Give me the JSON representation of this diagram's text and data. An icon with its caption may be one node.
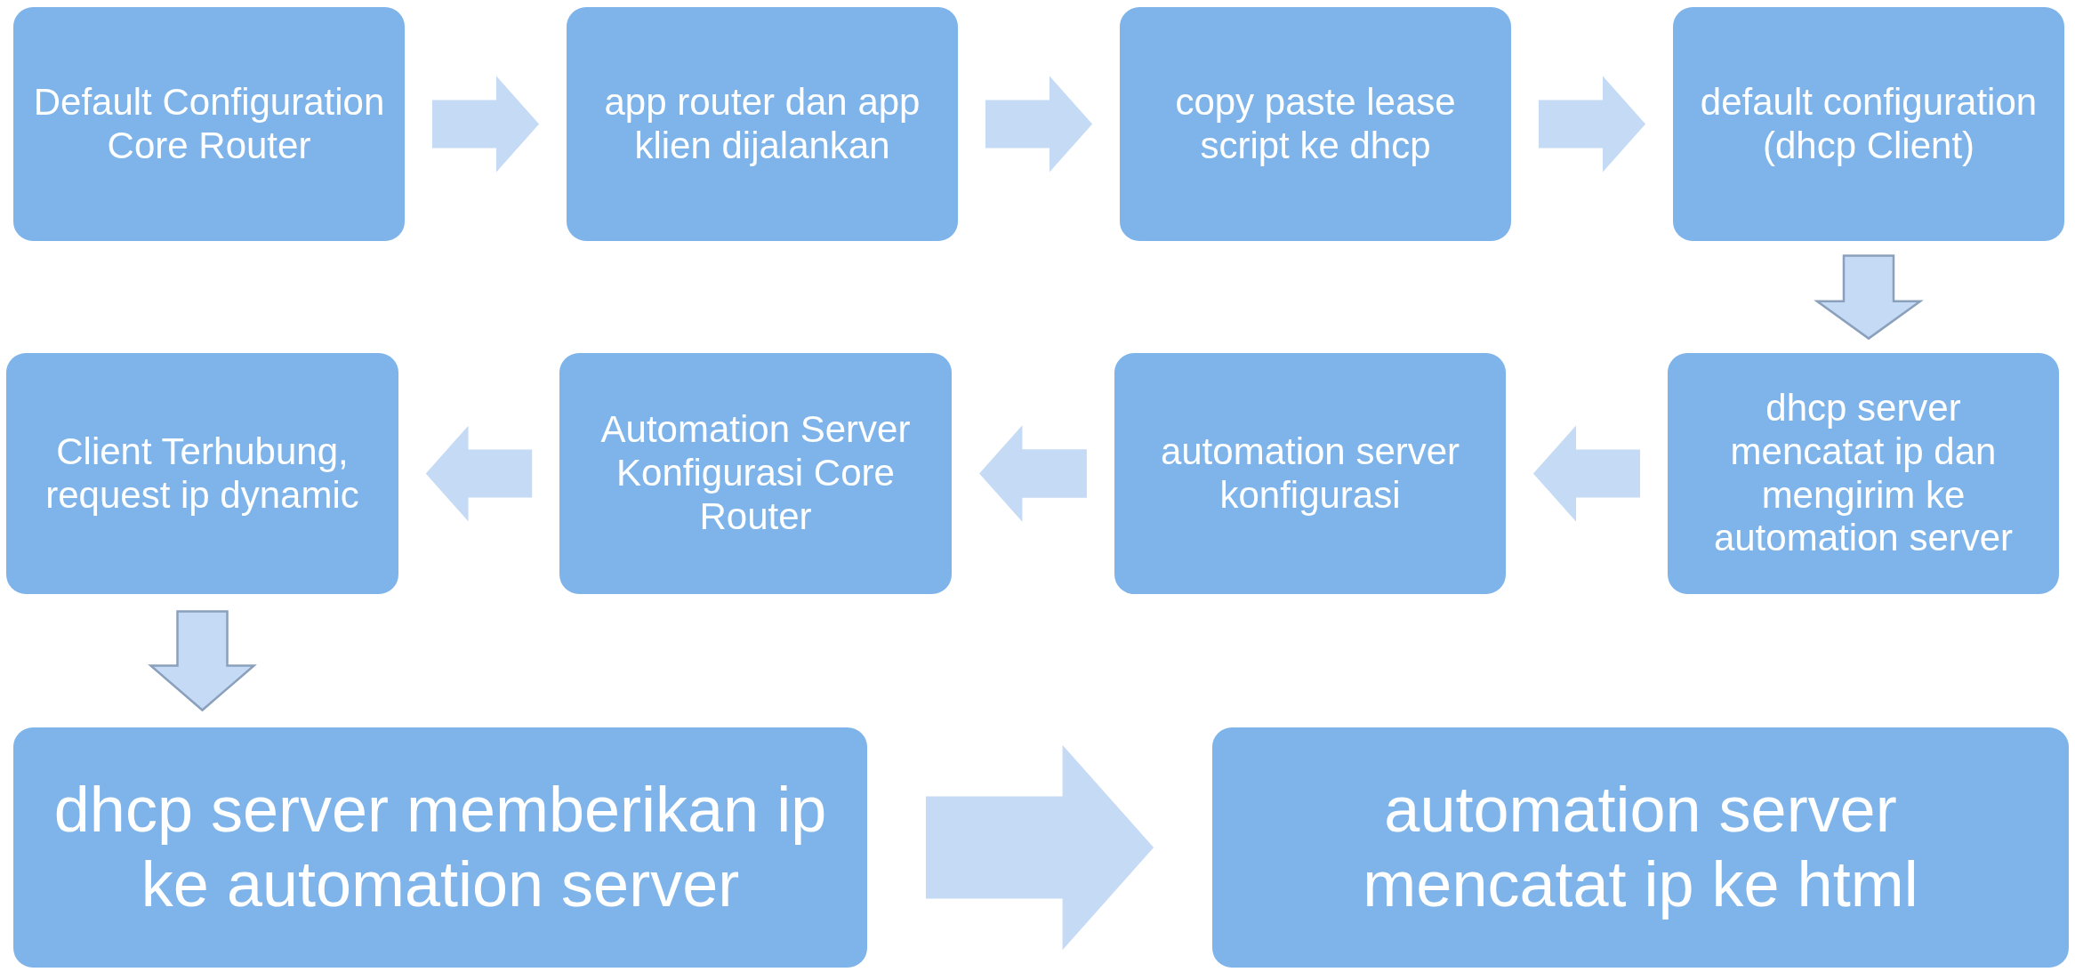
{
  "diagram": {
    "nodes": [
      {
        "text": [
          "Default Configuration Core Router"
        ]
      },
      {
        "text": [
          "app router dan app klien dijalankan"
        ]
      },
      {
        "text": [
          "copy paste lease script ke dhcp"
        ]
      },
      {
        "text": [
          "default configuration (dhcp Client)"
        ]
      },
      {
        "text": [
          "Client Terhubung, request ip dynamic"
        ]
      },
      {
        "text": [
          "Automation Server Konfigurasi Core Router"
        ]
      },
      {
        "text": [
          "automation server konfigurasi"
        ]
      },
      {
        "text": [
          "dhcp server mencatat ip dan mengirim ke automation server"
        ]
      },
      {
        "text": [
          "dhcp server memberikan ip ke automation server"
        ]
      },
      {
        "text": [
          "automation server mencatat ip ke html"
        ]
      }
    ],
    "edges": [
      {
        "from": 0,
        "to": 1,
        "arrow": "to"
      },
      {
        "from": 1,
        "to": 2,
        "arrow": "to"
      },
      {
        "from": 2,
        "to": 3,
        "arrow": "to"
      },
      {
        "from": 3,
        "to": 7,
        "arrow": "to"
      },
      {
        "from": 7,
        "to": 6,
        "arrow": "to"
      },
      {
        "from": 6,
        "to": 5,
        "arrow": "to"
      },
      {
        "from": 5,
        "to": 4,
        "arrow": "to"
      },
      {
        "from": 4,
        "to": 8,
        "arrow": "to"
      },
      {
        "from": 8,
        "to": 9,
        "arrow": "to"
      }
    ]
  }
}
